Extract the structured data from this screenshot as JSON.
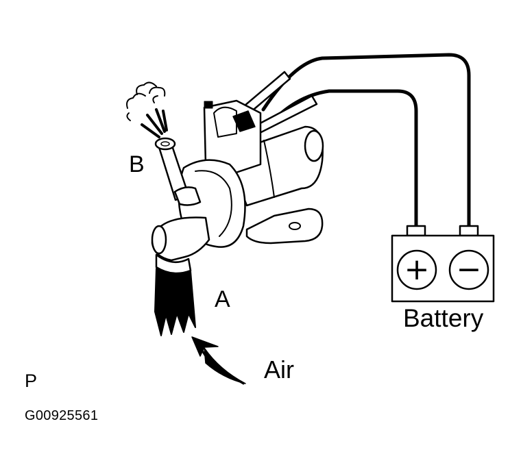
{
  "labels": {
    "port_b": "B",
    "port_a": "A",
    "air": "Air",
    "battery": "Battery",
    "p": "P",
    "figure_code": "G00925561"
  },
  "battery": {
    "positive_symbol": "+",
    "negative_symbol": "−"
  },
  "icons": {
    "valve": "solenoid-valve-icon",
    "battery": "battery-icon",
    "air_arrow": "curved-arrow-icon",
    "air_puff": "air-puff-icon"
  },
  "colors": {
    "ink": "#000000",
    "paper": "#ffffff"
  }
}
